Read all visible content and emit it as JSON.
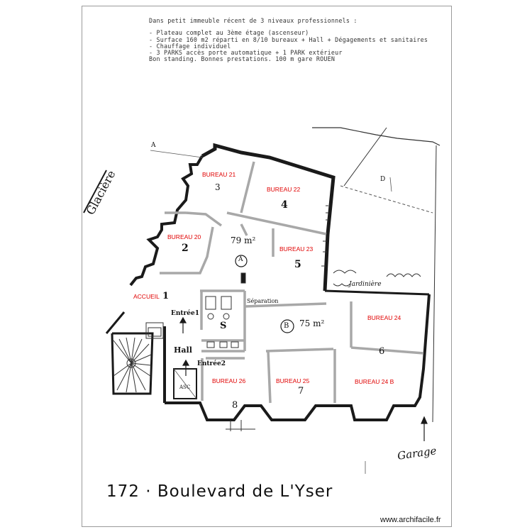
{
  "description_lines": [
    "Dans petit immeuble récent de 3 niveaux professionnels :",
    "- Plateau complet au 3ème étage (ascenseur)",
    "- Surface 160 m2 réparti en 8/10 bureaux + Hall + Dégagements et sanitaires",
    "- Chauffage individuel",
    "- 3 PARKS accès porte automatique + 1 PARK extérieur",
    "  Bon standing. Bonnes prestations. 100 m gare ROUEN"
  ],
  "rooms": {
    "bureau_21": "BUREAU 21",
    "bureau_22": "BUREAU 22",
    "bureau_20": "BUREAU 20",
    "bureau_23": "BUREAU 23",
    "accueil": "ACCUEIL",
    "bureau_24": "BUREAU 24",
    "bureau_26": "BUREAU 26",
    "bureau_25": "BUREAU 25",
    "bureau_24b": "BUREAU 24 B"
  },
  "handwritten": {
    "n3": "3",
    "n4": "4",
    "n2": "2",
    "n5": "5",
    "n1": "1",
    "n6": "6",
    "n8": "8",
    "n7": "7",
    "n_s": "S",
    "area_a": "79 m²",
    "area_b": "75 m²",
    "zone_a": "A",
    "zone_b": "B",
    "entree1": "Entrée1",
    "entree2": "Entrée2",
    "hall": "Hall",
    "asc": "ASC",
    "separation": "Séparation",
    "jardiniere": "Jardinière",
    "garage": "Garage",
    "street_left": "Glacière",
    "cut_a": "A",
    "cut_d": "D"
  },
  "street_name": "172 · Boulevard  de  L'Yser",
  "watermark": "www.archifacile.fr",
  "colors": {
    "wall": "#1a1a1a",
    "partition": "#a8a8a8",
    "label": "#e00000"
  }
}
